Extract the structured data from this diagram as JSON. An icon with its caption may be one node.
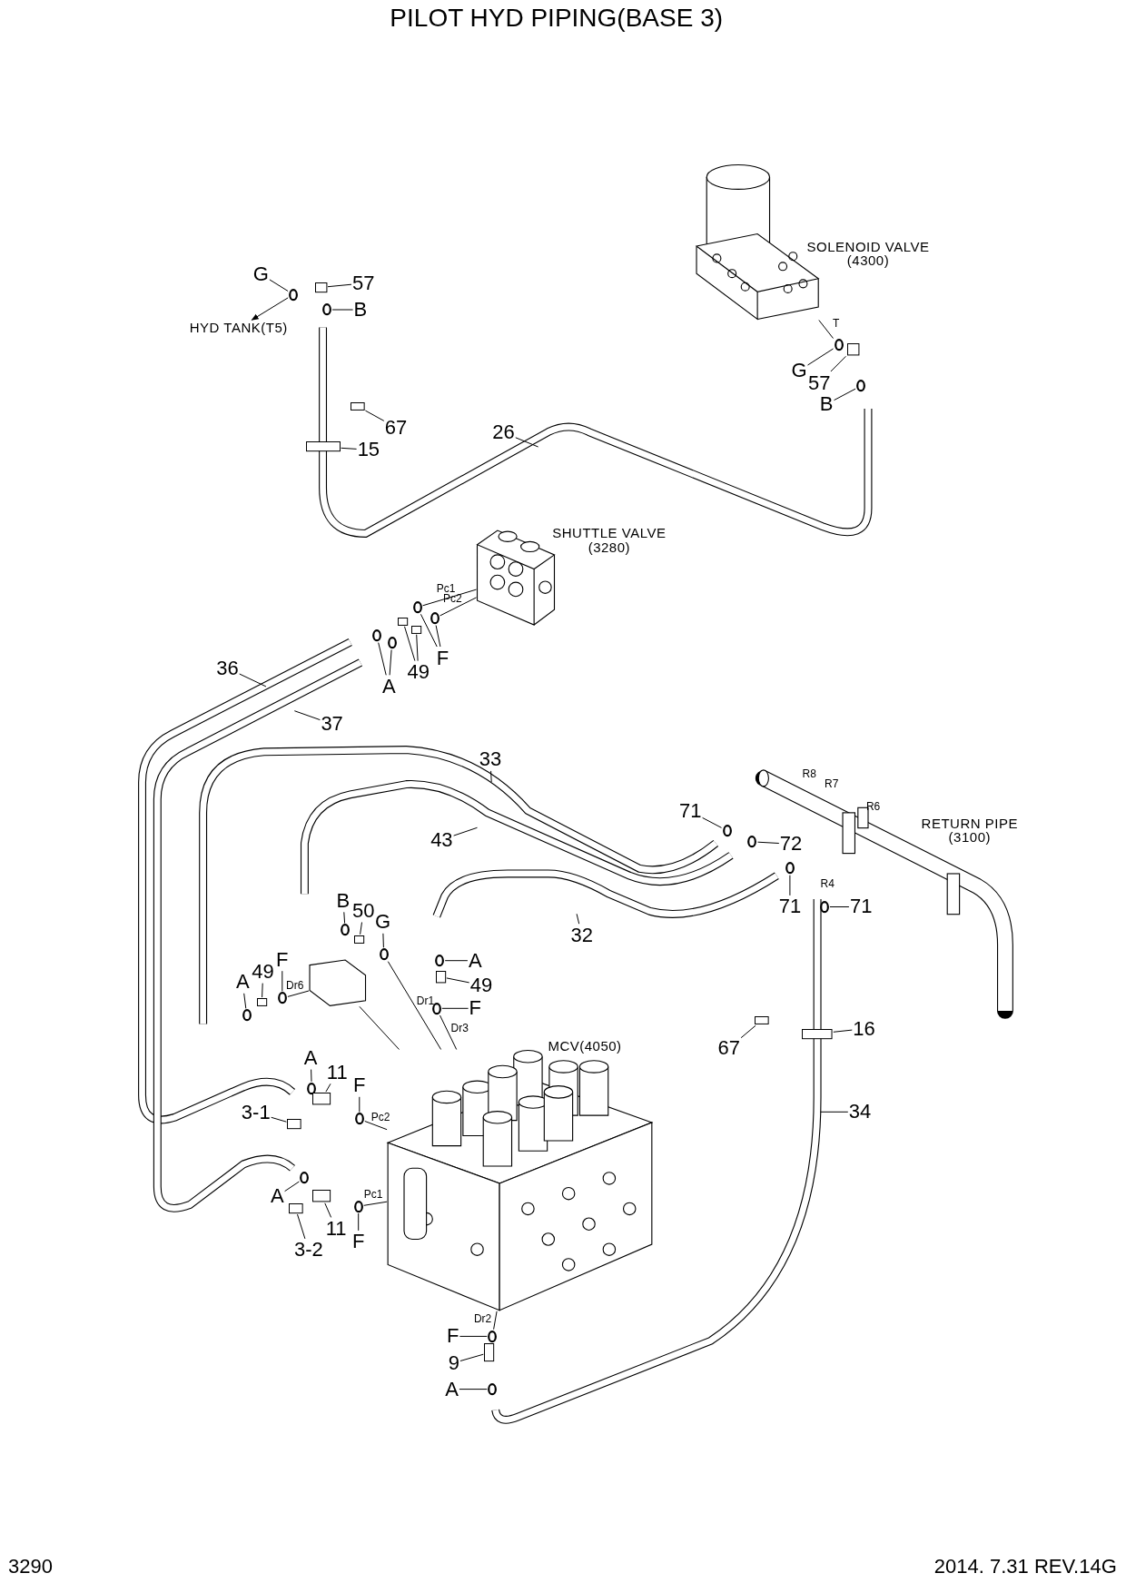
{
  "diagram": {
    "title": "PILOT HYD PIPING(BASE 3)",
    "nodes": [
      {
        "text": [
          "G"
        ]
      },
      {
        "text": [
          "57"
        ]
      },
      {
        "text": [
          "B"
        ]
      },
      {
        "text": [
          "67"
        ]
      },
      {
        "text": [
          "15"
        ]
      },
      {
        "text": [
          "26"
        ]
      },
      {
        "text": [
          "G"
        ]
      },
      {
        "text": [
          "57"
        ]
      },
      {
        "text": [
          "B"
        ]
      },
      {
        "text": [
          "36"
        ]
      },
      {
        "text": [
          "37"
        ]
      },
      {
        "text": [
          "A"
        ]
      },
      {
        "text": [
          "49"
        ]
      },
      {
        "text": [
          "F"
        ]
      },
      {
        "text": [
          "33"
        ]
      },
      {
        "text": [
          "43"
        ]
      },
      {
        "text": [
          "71"
        ]
      },
      {
        "text": [
          "72"
        ]
      },
      {
        "text": [
          "71"
        ]
      },
      {
        "text": [
          "71"
        ]
      },
      {
        "text": [
          "32"
        ]
      },
      {
        "text": [
          "B"
        ]
      },
      {
        "text": [
          "50"
        ]
      },
      {
        "text": [
          "G"
        ]
      },
      {
        "text": [
          "A"
        ]
      },
      {
        "text": [
          "49"
        ]
      },
      {
        "text": [
          "F"
        ]
      },
      {
        "text": [
          "F"
        ]
      },
      {
        "text": [
          "49"
        ]
      },
      {
        "text": [
          "A"
        ]
      },
      {
        "text": [
          "16"
        ]
      },
      {
        "text": [
          "67"
        ]
      },
      {
        "text": [
          "34"
        ]
      },
      {
        "text": [
          "A"
        ]
      },
      {
        "text": [
          "11"
        ]
      },
      {
        "text": [
          "F"
        ]
      },
      {
        "text": [
          "3-1"
        ]
      },
      {
        "text": [
          "A"
        ]
      },
      {
        "text": [
          "11"
        ]
      },
      {
        "text": [
          "F"
        ]
      },
      {
        "text": [
          "3-2"
        ]
      },
      {
        "text": [
          "F"
        ]
      },
      {
        "text": [
          "9"
        ]
      },
      {
        "text": [
          "A"
        ]
      },
      {
        "text": [],
        "shape": "circle"
      },
      {
        "text": [],
        "shape": "box"
      },
      {
        "text": [],
        "shape": "circle"
      },
      {
        "text": [],
        "shape": "box"
      },
      {
        "text": [],
        "shape": "box"
      },
      {
        "text": [],
        "shape": "circle"
      },
      {
        "text": [],
        "shape": "box"
      },
      {
        "text": [],
        "shape": "circle"
      },
      {
        "text": [],
        "shape": "circle"
      },
      {
        "text": [],
        "shape": "circle"
      },
      {
        "text": [],
        "shape": "box"
      },
      {
        "text": [],
        "shape": "box"
      },
      {
        "text": [],
        "shape": "circle"
      },
      {
        "text": [],
        "shape": "circle"
      },
      {
        "text": [],
        "shape": "circle"
      },
      {
        "text": [],
        "shape": "circle"
      },
      {
        "text": [],
        "shape": "circle"
      },
      {
        "text": [],
        "shape": "circle",
        "beside": [
          "R4"
        ]
      },
      {
        "text": [],
        "shape": "circle"
      },
      {
        "text": [],
        "shape": "box"
      },
      {
        "text": [],
        "shape": "circle"
      },
      {
        "text": [],
        "shape": "circle"
      },
      {
        "text": [],
        "shape": "box"
      },
      {
        "text": [],
        "shape": "circle"
      },
      {
        "text": [],
        "shape": "circle"
      },
      {
        "text": [],
        "shape": "box"
      },
      {
        "text": [],
        "shape": "circle"
      },
      {
        "text": [],
        "shape": "box"
      },
      {
        "text": [],
        "shape": "box"
      },
      {
        "text": [],
        "shape": "circle"
      },
      {
        "text": [],
        "shape": "box"
      },
      {
        "text": [],
        "shape": "circle"
      },
      {
        "text": [],
        "shape": "box"
      },
      {
        "text": [],
        "shape": "circle"
      },
      {
        "text": [],
        "shape": "box"
      },
      {
        "text": [],
        "shape": "circle"
      },
      {
        "text": [],
        "shape": "box"
      },
      {
        "text": [],
        "shape": "circle"
      },
      {
        "text": [],
        "shape": "box"
      },
      {
        "text": [],
        "shape": "circle"
      },
      {
        "text": [
          "HYD TANK(T5)"
        ]
      },
      {
        "text": [],
        "shape": "picture"
      },
      {
        "text": [],
        "shape": "picture"
      },
      {
        "text": [],
        "shape": "picture"
      },
      {
        "text": [],
        "shape": "picture"
      }
    ],
    "edges": [
      {
        "from": 0,
        "to": 44,
        "arrow": "none"
      },
      {
        "from": 1,
        "to": 45,
        "arrow": "none"
      },
      {
        "from": 2,
        "to": 46,
        "arrow": "none"
      },
      {
        "from": 3,
        "to": 47,
        "arrow": "none"
      },
      {
        "from": 4,
        "to": 48,
        "arrow": "none"
      },
      {
        "from": 5,
        "to": null,
        "arrow": "none"
      },
      {
        "from": 6,
        "to": 49,
        "arrow": "none"
      },
      {
        "from": 7,
        "to": 50,
        "arrow": "none"
      },
      {
        "from": 8,
        "to": 51,
        "arrow": "none"
      },
      {
        "from": 9,
        "to": null,
        "arrow": "none"
      },
      {
        "from": 10,
        "to": null,
        "arrow": "none"
      },
      {
        "from": 11,
        "to": 52,
        "arrow": "none"
      },
      {
        "from": 11,
        "to": 53,
        "arrow": "none"
      },
      {
        "from": 12,
        "to": 54,
        "arrow": "none"
      },
      {
        "from": 12,
        "to": 55,
        "arrow": "none"
      },
      {
        "from": 13,
        "to": 56,
        "arrow": "none"
      },
      {
        "from": 13,
        "to": 57,
        "arrow": "none"
      },
      {
        "from": 14,
        "to": null,
        "arrow": "none"
      },
      {
        "from": 15,
        "to": null,
        "arrow": "none"
      },
      {
        "from": 16,
        "to": 58,
        "arrow": "none"
      },
      {
        "from": 17,
        "to": 59,
        "arrow": "none"
      },
      {
        "from": 18,
        "to": 60,
        "arrow": "none"
      },
      {
        "from": 19,
        "to": 61,
        "arrow": "none"
      },
      {
        "from": 20,
        "to": null,
        "arrow": "none"
      },
      {
        "from": 21,
        "to": 62,
        "arrow": "none"
      },
      {
        "from": 22,
        "to": 63,
        "arrow": "none"
      },
      {
        "from": 23,
        "to": 64,
        "arrow": "none"
      },
      {
        "from": 24,
        "to": 65,
        "arrow": "none"
      },
      {
        "from": 25,
        "to": 66,
        "arrow": "none"
      },
      {
        "from": 26,
        "to": 67,
        "arrow": "none"
      },
      {
        "from": 27,
        "to": 68,
        "arrow": "none"
      },
      {
        "from": 28,
        "to": 69,
        "arrow": "none"
      },
      {
        "from": 29,
        "to": 70,
        "arrow": "none"
      },
      {
        "from": 30,
        "to": 71,
        "arrow": "none"
      },
      {
        "from": 31,
        "to": 72,
        "arrow": "none"
      },
      {
        "from": 32,
        "to": null,
        "arrow": "none"
      },
      {
        "from": 33,
        "to": 73,
        "arrow": "none"
      },
      {
        "from": 34,
        "to": 74,
        "arrow": "none"
      },
      {
        "from": 35,
        "to": 75,
        "arrow": "none"
      },
      {
        "from": 36,
        "to": 76,
        "arrow": "none"
      },
      {
        "from": 37,
        "to": 77,
        "arrow": "none"
      },
      {
        "from": 38,
        "to": 78,
        "arrow": "none"
      },
      {
        "from": 39,
        "to": 79,
        "arrow": "none"
      },
      {
        "from": 40,
        "to": 80,
        "arrow": "none"
      },
      {
        "from": 41,
        "to": 81,
        "arrow": "none"
      },
      {
        "from": 42,
        "to": 82,
        "arrow": "none"
      },
      {
        "from": 43,
        "to": 83,
        "arrow": "none"
      },
      {
        "from": 44,
        "to": 84,
        "arrow": "to"
      },
      {
        "from": 49,
        "to": 87,
        "label": "T",
        "arrow": "none"
      },
      {
        "from": 56,
        "to": 86,
        "label": "Pc1",
        "arrow": "none"
      },
      {
        "from": 57,
        "to": 86,
        "label": "Pc2",
        "arrow": "none"
      },
      {
        "from": 64,
        "to": 85,
        "label": "Dr1",
        "arrow": "none"
      },
      {
        "from": 67,
        "to": 85,
        "label": "Dr3",
        "arrow": "none"
      },
      {
        "from": 68,
        "to": 88,
        "label": "Dr6",
        "arrow": "none"
      },
      {
        "from": 88,
        "to": 85,
        "arrow": "none"
      },
      {
        "from": 75,
        "to": 85,
        "label": "Pc2",
        "arrow": "none"
      },
      {
        "from": 79,
        "to": 85,
        "label": "Pc1",
        "arrow": "none"
      },
      {
        "from": 81,
        "to": 85,
        "label": "Dr2",
        "arrow": "none"
      }
    ],
    "labels": [
      "SOLENOID VALVE (4300)",
      "SHUTTLE VALVE (3280)",
      "R8",
      "R7",
      "R6",
      "RETURN PIPE (3100)",
      "MCV(4050)",
      "3290",
      "2014. 7.31  REV.14G"
    ]
  }
}
